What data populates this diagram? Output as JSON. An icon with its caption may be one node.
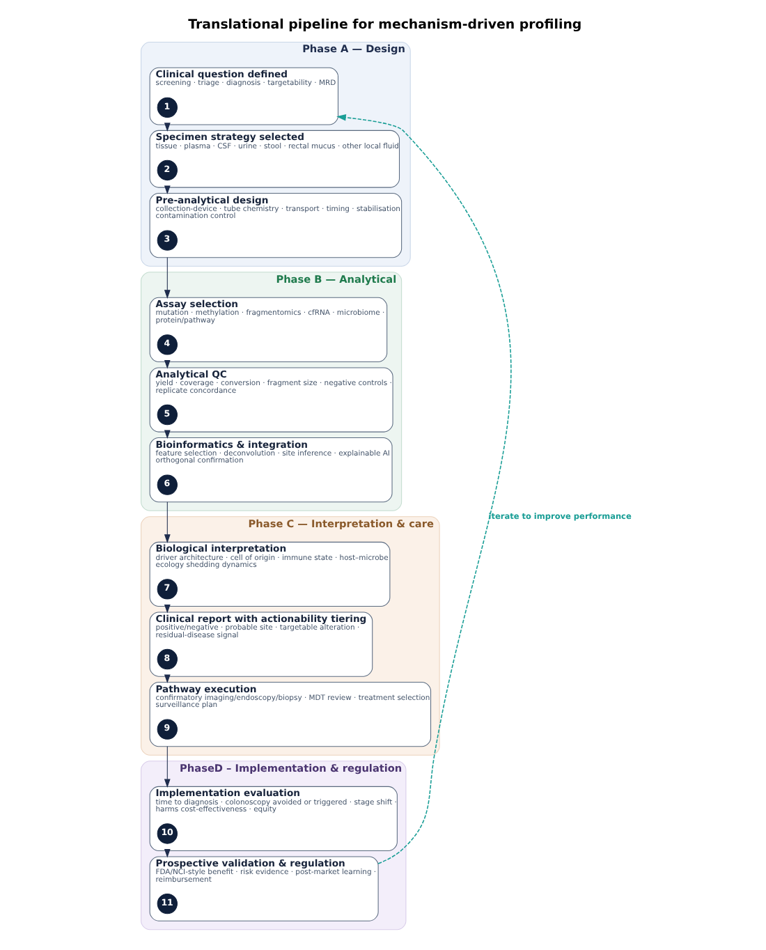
{
  "diagram": {
    "title": "Translational pipeline for mechanism-driven profiling",
    "nodes": [
      {
        "text": [
          "Phase A — Design"
        ]
      },
      {
        "text": [
          "Clinical question defined",
          "screening · triage · diagnosis · targetability · MRD"
        ],
        "in": 0
      },
      {
        "text": [
          "1"
        ],
        "in": 1
      },
      {
        "text": [
          "Specimen strategy selected",
          "tissue · plasma · CSF · urine · stool · rectal mucus · other local fluid"
        ],
        "in": 0
      },
      {
        "text": [
          "2"
        ],
        "in": 3
      },
      {
        "text": [
          "Pre-analytical design",
          "collection-device · tube chemistry · transport · timing · stabilisation contamination control"
        ],
        "in": 0
      },
      {
        "text": [
          "3"
        ],
        "in": 5
      },
      {
        "text": [
          "Phase B — Analytical"
        ]
      },
      {
        "text": [
          "Assay selection",
          "mutation · methylation · fragmentomics · cfRNA · microbiome · protein/pathway"
        ],
        "in": 7
      },
      {
        "text": [
          "4"
        ],
        "in": 8
      },
      {
        "text": [
          "Analytical QC",
          "yield · coverage · conversion · fragment size · negative controls · replicate concordance"
        ],
        "in": 7
      },
      {
        "text": [
          "5"
        ],
        "in": 10
      },
      {
        "text": [
          "Bioinformatics & integration",
          "feature selection · deconvolution · site inference · explainable AI orthogonal confirmation"
        ],
        "in": 7
      },
      {
        "text": [
          "6"
        ],
        "in": 12
      },
      {
        "text": [
          "Phase C — Interpretation & care"
        ]
      },
      {
        "text": [
          "Biological interpretation",
          "driver architecture · cell of origin · immune state · host–microbe ecology shedding dynamics"
        ],
        "in": 14
      },
      {
        "text": [
          "7"
        ],
        "in": 15
      },
      {
        "text": [
          "Clinical report with actionability tiering",
          "positive/negative · probable site · targetable alteration · residual-disease signal"
        ],
        "in": 14
      },
      {
        "text": [
          "8"
        ],
        "in": 17
      },
      {
        "text": [
          "Pathway execution",
          "confirmatory imaging/endoscopy/biopsy · MDT review · treatment selection surveillance plan"
        ],
        "in": 14
      },
      {
        "text": [
          "9"
        ],
        "in": 19
      },
      {
        "text": [
          "PhaseD – Implementation & regulation"
        ]
      },
      {
        "text": [
          "Implementation evaluation",
          "time to diagnosis · colonoscopy avoided or triggered · stage shift · harms cost-effectiveness · equity"
        ],
        "in": 21
      },
      {
        "text": [
          "10"
        ],
        "in": 22
      },
      {
        "text": [
          "Prospective validation & regulation",
          "FDA/NCI-style benefit · risk evidence · post-market learning · reimbursement"
        ],
        "in": 21
      },
      {
        "text": [
          "11"
        ],
        "in": 24
      }
    ],
    "edges": [
      {
        "from": 1,
        "to": 3,
        "arrow": "to"
      },
      {
        "from": 3,
        "to": 5,
        "arrow": "to"
      },
      {
        "from": 5,
        "to": 8,
        "arrow": "to"
      },
      {
        "from": 8,
        "to": 10,
        "arrow": "to"
      },
      {
        "from": 10,
        "to": 12,
        "arrow": "to"
      },
      {
        "from": 12,
        "to": 15,
        "arrow": "to"
      },
      {
        "from": 15,
        "to": 17,
        "arrow": "to"
      },
      {
        "from": 17,
        "to": 19,
        "arrow": "to"
      },
      {
        "from": 19,
        "to": 22,
        "arrow": "to"
      },
      {
        "from": 22,
        "to": 24,
        "arrow": "to"
      },
      {
        "from": 24,
        "to": 1,
        "arrow": "to",
        "label": "iterate to improve performance",
        "style": "dashed",
        "color": "#1a9e96"
      }
    ]
  }
}
